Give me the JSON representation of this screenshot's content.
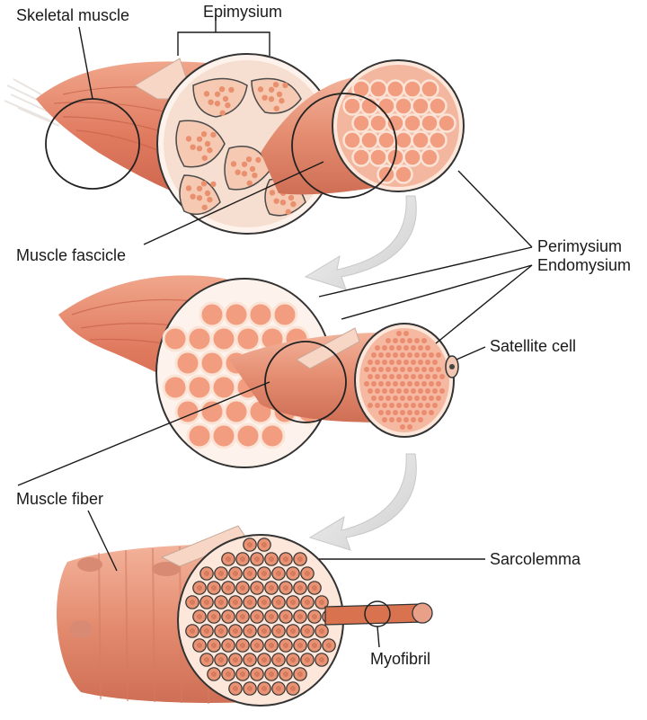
{
  "labels": {
    "skeletal_muscle": "Skeletal muscle",
    "epimysium": "Epimysium",
    "muscle_fascicle": "Muscle fascicle",
    "perimysium": "Perimysium",
    "endomysium": "Endomysium",
    "satellite_cell": "Satellite cell",
    "muscle_fiber": "Muscle fiber",
    "sarcolemma": "Sarcolemma",
    "myofibril": "Myofibril"
  },
  "colors": {
    "muscle": "#e8846a",
    "muscle_light": "#f2a98f",
    "fascicle_fill": "#f0a47f",
    "tissue_bg": "#fbe6d8",
    "outline": "#333333",
    "arrow": "#d9d9d9"
  }
}
